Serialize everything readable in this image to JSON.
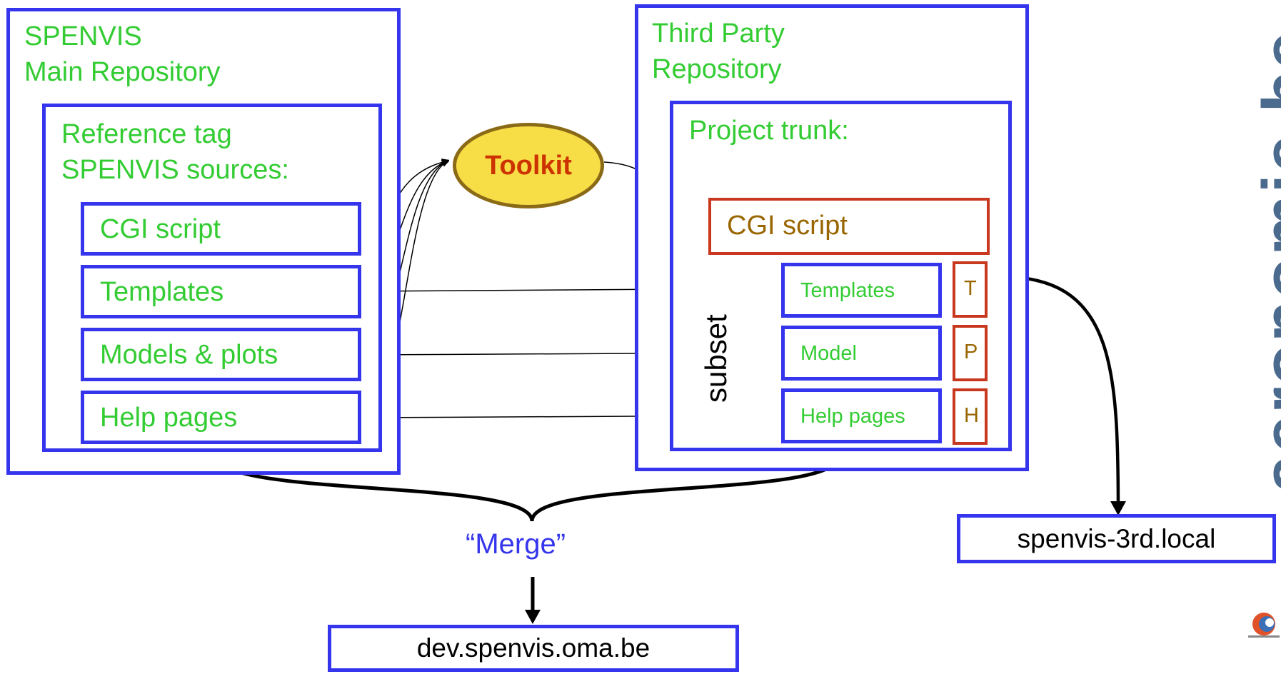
{
  "main_repo": {
    "line1": "SPENVIS",
    "line2": "Main Repository"
  },
  "reference": {
    "line1": "Reference tag",
    "line2": "SPENVIS sources:"
  },
  "left_items": [
    "CGI script",
    "Templates",
    "Models & plots",
    "Help pages"
  ],
  "toolkit": "Toolkit",
  "third_repo": {
    "line1": "Third Party",
    "line2": "Repository"
  },
  "project_trunk": "Project trunk:",
  "right_cgi": "CGI script",
  "right_items": [
    "Templates",
    "Model",
    "Help pages"
  ],
  "right_tags": [
    "T",
    "P",
    "H"
  ],
  "subset": "subset",
  "merge": "“Merge”",
  "dev_host": "dev.spenvis.oma.be",
  "local_host": "spenvis-3rd.local",
  "brand": "aeronomie.be",
  "colors": {
    "box_border": "#3535ee",
    "label_green": "#33cc33",
    "red_border": "#c8381e",
    "toolkit_fill": "#f7de47"
  }
}
